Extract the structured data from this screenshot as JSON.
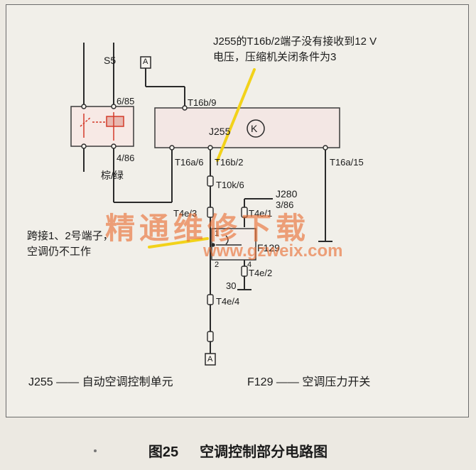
{
  "diagram": {
    "annotations": {
      "top_line1": "J255的T16b/2端子没有接收到12 V",
      "top_line2": "电压，压缩机关闭条件为3",
      "left_line1": "跨接1、2号端子，",
      "left_line2": "空调仍不工作"
    },
    "labels": {
      "s5": "S5",
      "a_top": "A",
      "pin_6_85": "6/85",
      "pin_4_86": "4/86",
      "wire_color": "棕/绿",
      "t16b_9": "T16b/9",
      "j255": "J255",
      "t16a_6": "T16a/6",
      "t16b_2": "T16b/2",
      "t16a_15": "T16a/15",
      "t10k_6": "T10k/6",
      "j280": "J280",
      "pin_3_86": "3/86",
      "t4e_3": "T4e/3",
      "t4e_1": "T4e/1",
      "f129": "F129",
      "t4e_2": "T4e/2",
      "pin_1": "1",
      "pin_2": "2",
      "pin_4": "4",
      "pin_30": "30",
      "t4e_4": "T4e/4",
      "a_bottom": "A",
      "k_symbol": "K"
    },
    "legend": {
      "j255": "J255 —— 自动空调控制单元",
      "f129": "F129 —— 空调压力开关"
    },
    "watermark": {
      "chinese": "精通维修下载",
      "url": "www.gzweix.com"
    },
    "caption": {
      "number": "图25",
      "title": "空调控制部分电路图"
    },
    "colors": {
      "wire": "#2a2a2a",
      "relay_dashed": "#d43a2a",
      "highlight": "#f2d21a",
      "watermark": "#e86c30"
    }
  }
}
